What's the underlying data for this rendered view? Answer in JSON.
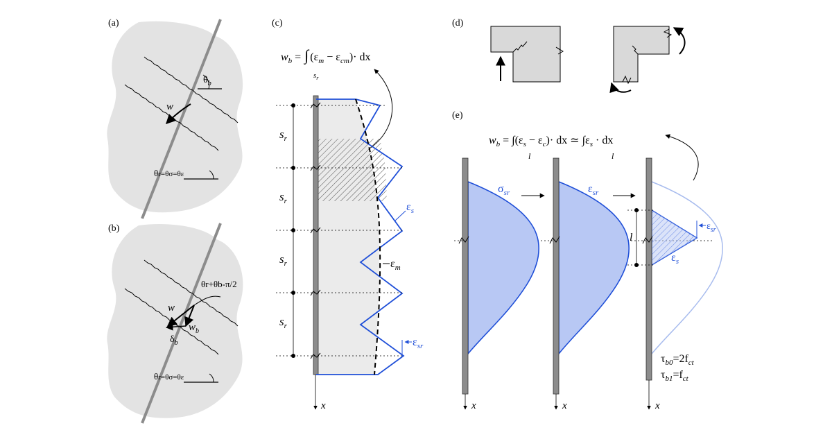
{
  "colors": {
    "blob": "#e3e3e3",
    "bar": "#8c8c8c",
    "blue": "#1f4fd8",
    "blue_fill": "#b8c8f4",
    "blue_light": "#a8bcee",
    "crack": "#000000"
  },
  "panel_a": {
    "label": "(a)",
    "theta_b": "θ",
    "theta_b_sub": "b",
    "w": "w",
    "theta_eq": "θ",
    "theta_eq_rest": "r=θσ=θε"
  },
  "panel_b": {
    "label": "(b)",
    "angle_expr": "θr+θb-π/2",
    "w": "w",
    "w_b": "w",
    "w_b_sub": "b",
    "delta_b": "δ",
    "delta_b_sub": "b",
    "theta_eq": "θ",
    "theta_eq_rest": "r=θσ=θε"
  },
  "panel_c": {
    "label": "(c)",
    "eq_lhs": "w",
    "eq_lhs_sub": "b",
    "eq_eq": "=",
    "eq_integral": "∫",
    "eq_lower": "s",
    "eq_lower_sub": "r",
    "eq_body": "(ε",
    "eq_m": "m",
    "eq_minus": " − ε",
    "eq_cm": "cm",
    "eq_tail": ")· dx",
    "s_r": "s",
    "s_r_sub": "r",
    "eps_s": "ε",
    "eps_s_sub": "s",
    "eps_m": "ε",
    "eps_m_sub": "m",
    "eps_sr": "ε",
    "eps_sr_sub": "sr",
    "x_axis": "x"
  },
  "panel_d": {
    "label": "(d)"
  },
  "panel_e": {
    "label": "(e)",
    "eq_lhs": "w",
    "eq_lhs_sub": "b",
    "eq_part1": "= ∫(ε",
    "eq_s": "s",
    "eq_part2": " − ε",
    "eq_c": "c",
    "eq_part3": ")· dx ≃ ∫ε",
    "eq_s2": "s",
    "eq_part4": " · dx",
    "eq_l1": "l",
    "eq_l2": "l",
    "sigma_sr": "σ",
    "sigma_sr_sub": "sr",
    "eps_sr": "ε",
    "eps_sr_sub": "sr",
    "eps_sr2": "ε",
    "eps_sr2_sub": "sr",
    "eps_s": "ε",
    "eps_s_sub": "s",
    "l": "l",
    "tau_b0": "τ",
    "tau_b0_sub": "b0",
    "tau_b0_val": "=2f",
    "tau_b0_val_sub": "ct",
    "tau_b1": "τ",
    "tau_b1_sub": "b1",
    "tau_b1_val": "=f",
    "tau_b1_val_sub": "ct",
    "x_axis": "x"
  }
}
